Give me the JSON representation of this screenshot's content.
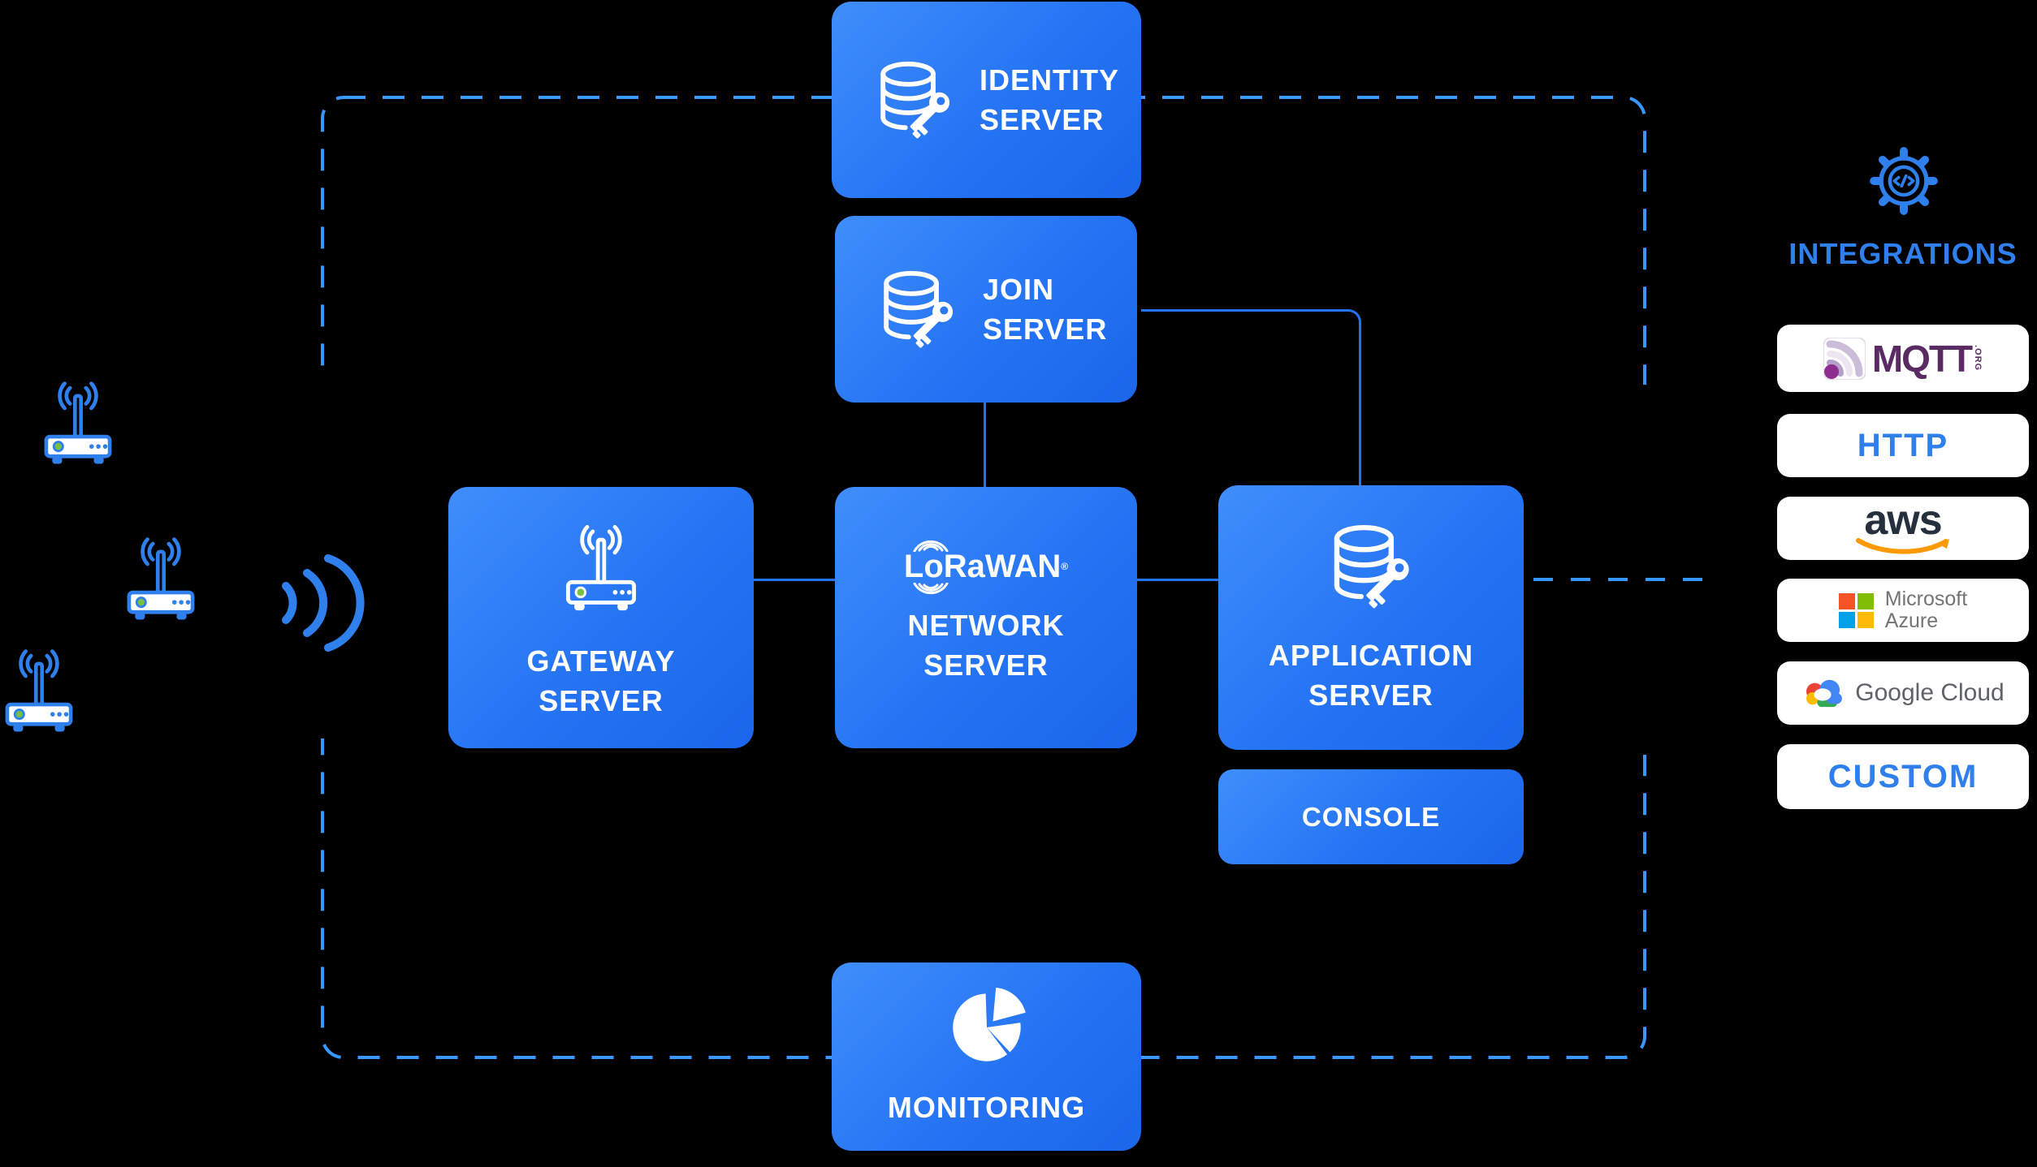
{
  "colors": {
    "background": "#000000",
    "box_gradient_start": "#3f8efb",
    "box_gradient_end": "#1b66ea",
    "dash_blue": "#3898ff",
    "connector_blue": "#2273f2",
    "accent_blue": "#2f80ed",
    "led_green": "#76c043",
    "aws_navy": "#252f3e",
    "aws_orange": "#ff9900",
    "azure_red": "#f35325",
    "azure_green": "#81bc06",
    "azure_blue": "#05a1e8",
    "azure_yellow": "#ffba08",
    "mqtt_purple": "#5a2b63",
    "gray_text": "#737373"
  },
  "nodes": {
    "identity": {
      "line1": "IDENTITY",
      "line2": "SERVER",
      "icon": "database-key-icon"
    },
    "join": {
      "line1": "JOIN",
      "line2": "SERVER",
      "icon": "database-key-icon"
    },
    "gateway": {
      "line1": "GATEWAY",
      "line2": "SERVER",
      "icon": "gateway-router-icon"
    },
    "network": {
      "line1": "NETWORK",
      "line2": "SERVER",
      "logo": "LoRaWAN",
      "logo_reg": "®",
      "icon": "lorawan-logo"
    },
    "application": {
      "line1": "APPLICATION",
      "line2": "SERVER",
      "icon": "database-key-icon"
    },
    "console": {
      "label": "CONSOLE"
    },
    "monitoring": {
      "label": "MONITORING",
      "icon": "pie-chart-icon"
    }
  },
  "devices": {
    "icon": "lora-device-icon",
    "count": 3,
    "waves_icon": "radio-waves-icon"
  },
  "integrations": {
    "label": "INTEGRATIONS",
    "icon": "gear-code-icon",
    "items": [
      {
        "name": "mqtt",
        "text": "MQTT",
        "suffix": ".ORG"
      },
      {
        "name": "http",
        "text": "HTTP"
      },
      {
        "name": "aws",
        "text": "aws"
      },
      {
        "name": "azure",
        "line1": "Microsoft",
        "line2": "Azure"
      },
      {
        "name": "google-cloud",
        "text": "Google Cloud"
      },
      {
        "name": "custom",
        "text": "CUSTOM"
      }
    ]
  }
}
